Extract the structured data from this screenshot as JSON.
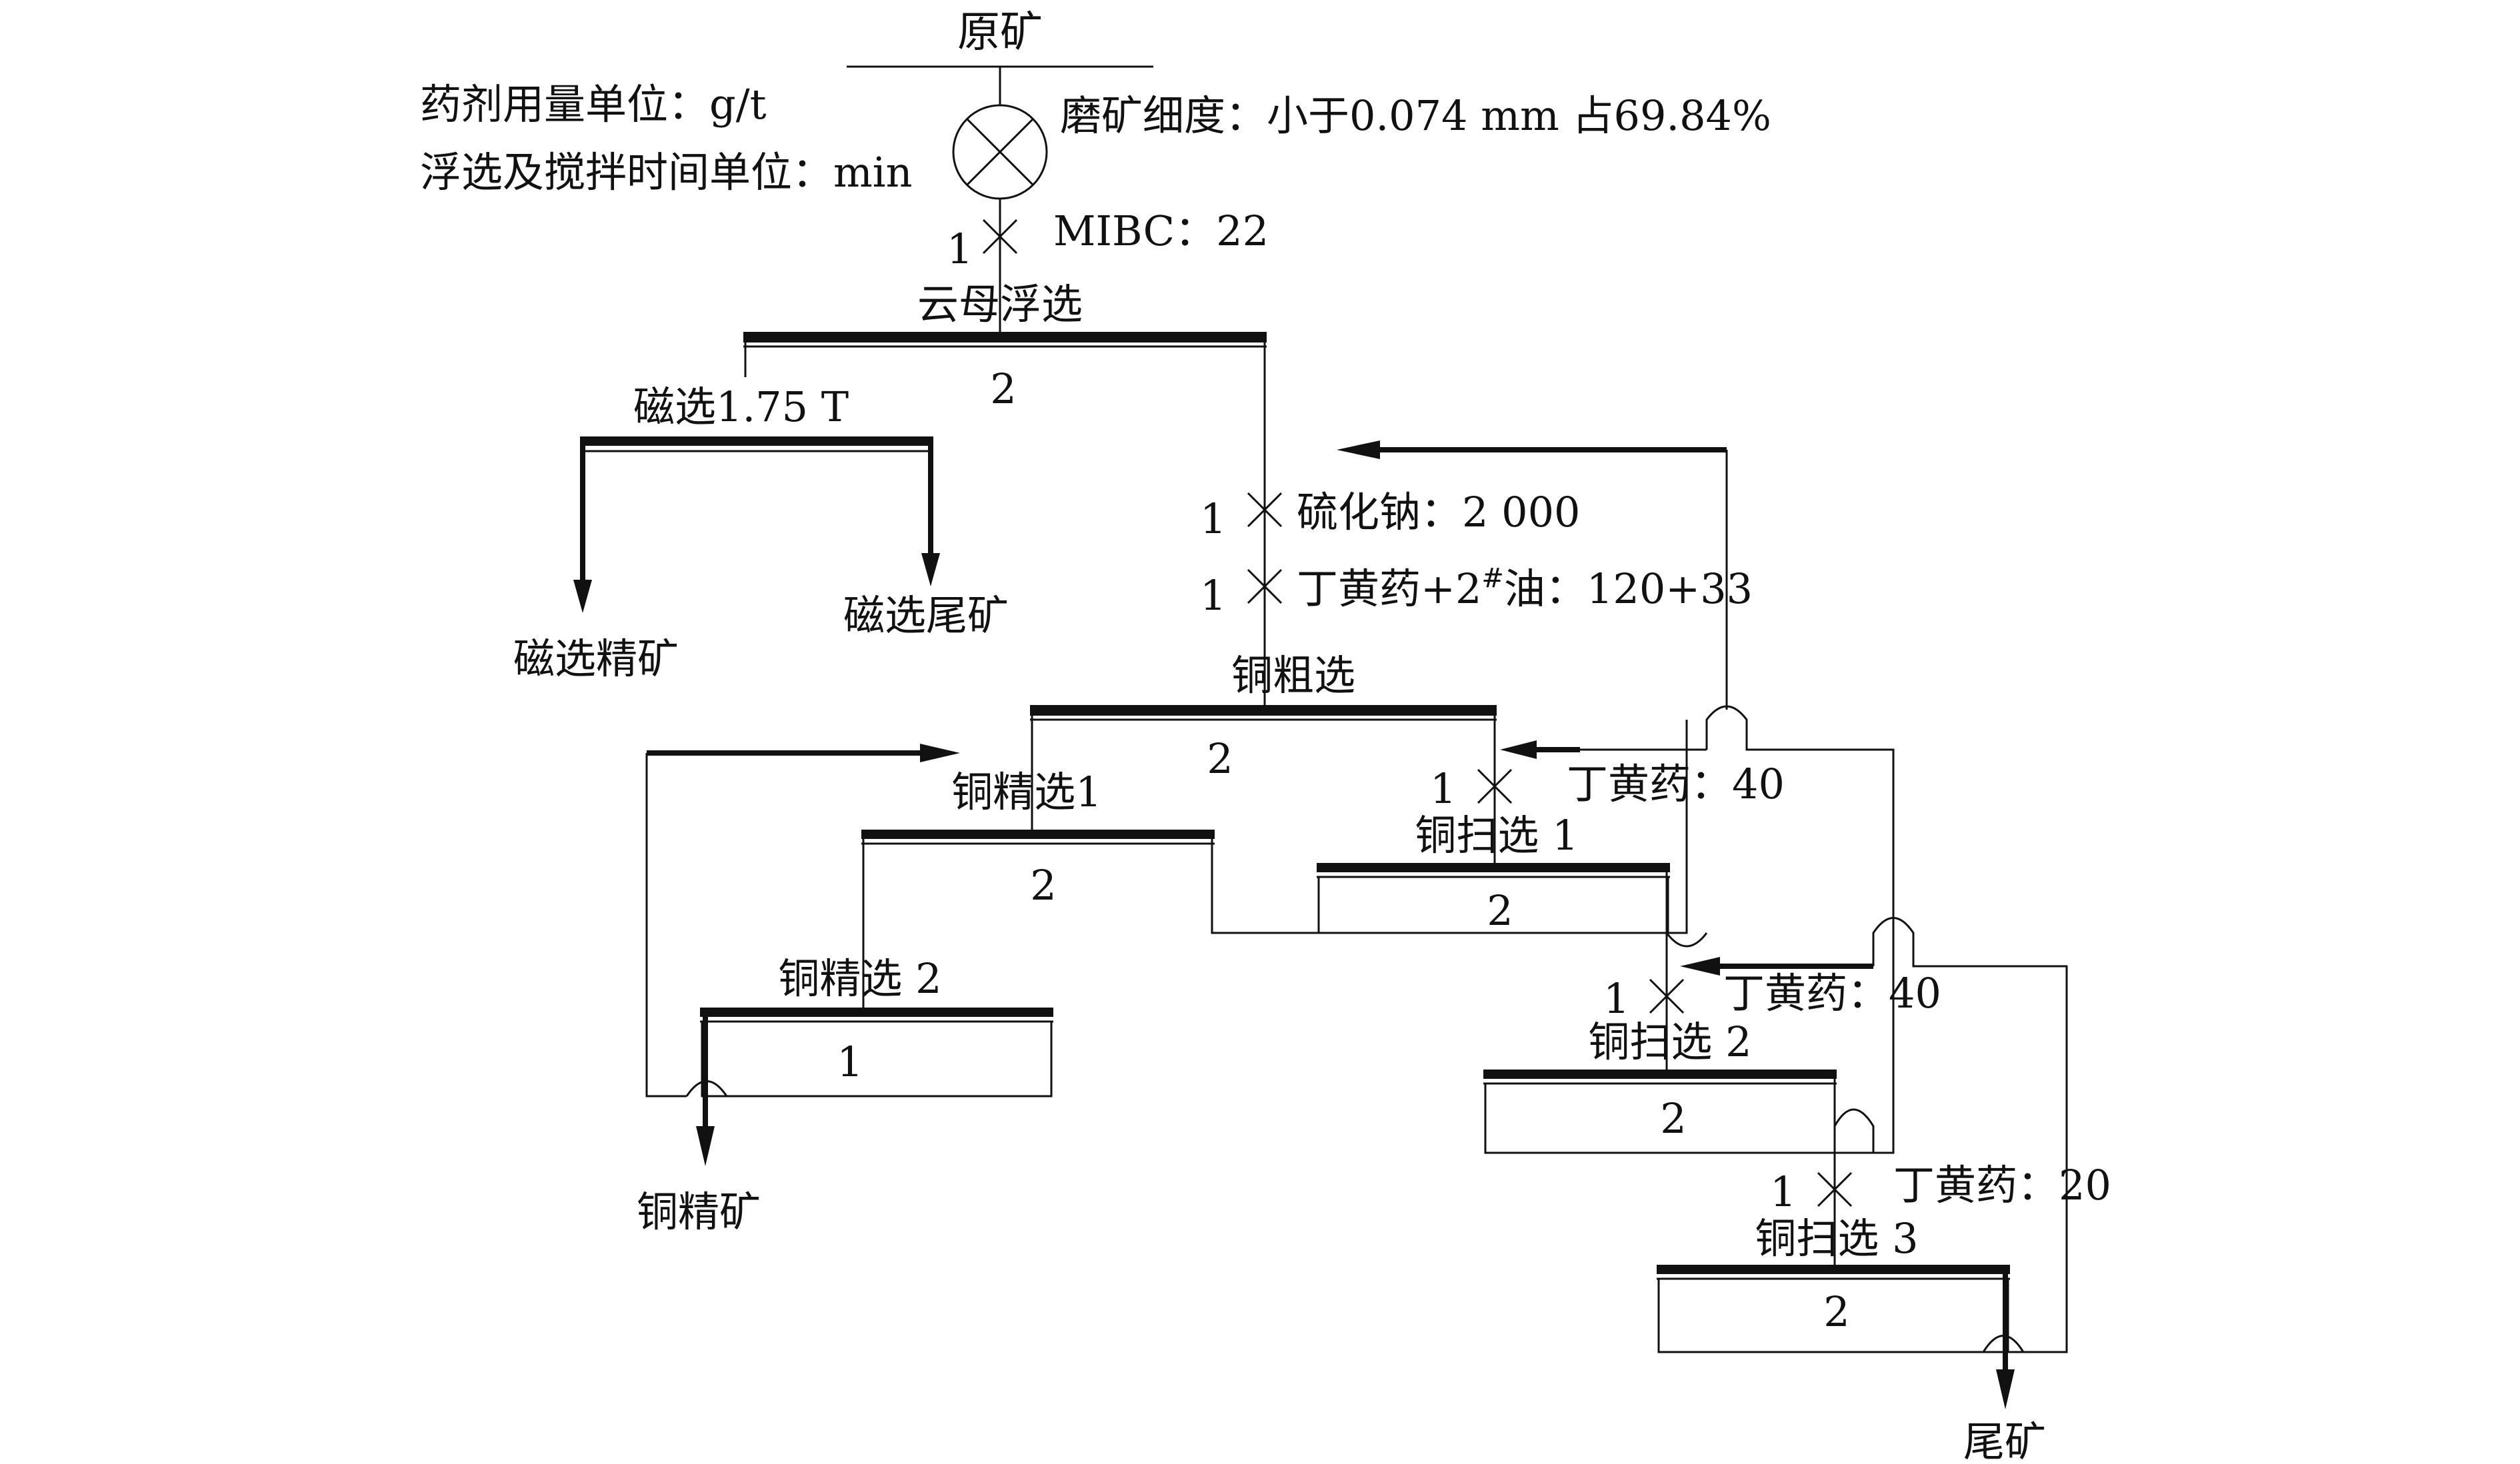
{
  "notes": {
    "reagent_unit": "药剂用量单位：g/t",
    "time_unit": "浮选及搅拌时间单位：min"
  },
  "feed": {
    "title": "原矿",
    "grinding": "磨矿细度：小于0.074 mm 占69.84%"
  },
  "mica_flotation": {
    "conditioning_time": "1",
    "reagent": "MIBC：22",
    "title": "云母浮选",
    "time": "2"
  },
  "magnetic": {
    "title": "磁选1.75 T",
    "concentrate": "磁选精矿",
    "tailings": "磁选尾矿"
  },
  "cu_rougher": {
    "cond1_time": "1",
    "cond1_reagent": "硫化钠：2 000",
    "cond2_time": "1",
    "cond2_reagent": "丁黄药+2",
    "cond2_superscript": "#",
    "cond2_reagent_tail": "油：120+33",
    "title": "铜粗选",
    "time": "2"
  },
  "cu_cleaner1": {
    "title": "铜精选1",
    "time": "2"
  },
  "cu_cleaner2": {
    "title": "铜精选 2",
    "time": "1"
  },
  "cu_concentrate": "铜精矿",
  "cu_scavenger1": {
    "cond_time": "1",
    "reagent": "丁黄药：40",
    "title": "铜扫选 1",
    "time": "2"
  },
  "cu_scavenger2": {
    "cond_time": "1",
    "reagent": "丁黄药：40",
    "title": "铜扫选 2",
    "time": "2"
  },
  "cu_scavenger3": {
    "cond_time": "1",
    "reagent": "丁黄药：20",
    "title": "铜扫选 3",
    "time": "2"
  },
  "tailings": "尾矿"
}
